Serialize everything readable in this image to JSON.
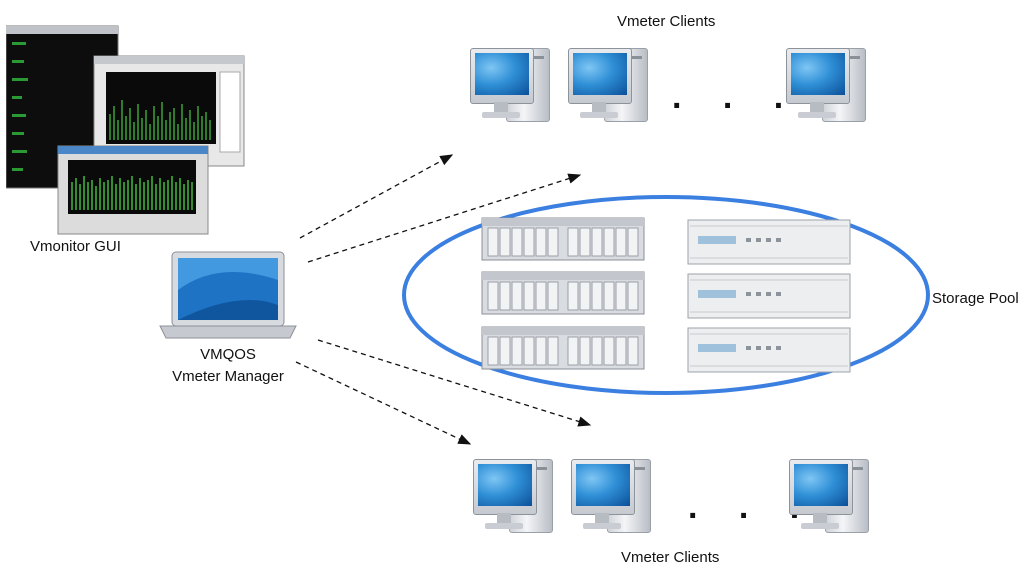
{
  "labels": {
    "vmonitor_gui": "Vmonitor GUI",
    "manager_line1": "VMQOS",
    "manager_line2": "Vmeter Manager",
    "clients_top": "Vmeter Clients",
    "clients_bottom": "Vmeter Clients",
    "storage_pool": "Storage Pool",
    "ellipsis": ". . ."
  },
  "colors": {
    "pool_ring": "#3b7fe0",
    "arrow": "#111111",
    "screen_blue": "#2f8fd6"
  },
  "icons": {
    "gui": "monitoring-screenshots-icon",
    "manager": "laptop-icon",
    "client": "desktop-computer-icon",
    "storage_a": "disk-array-icon",
    "storage_b": "rack-server-icon"
  }
}
